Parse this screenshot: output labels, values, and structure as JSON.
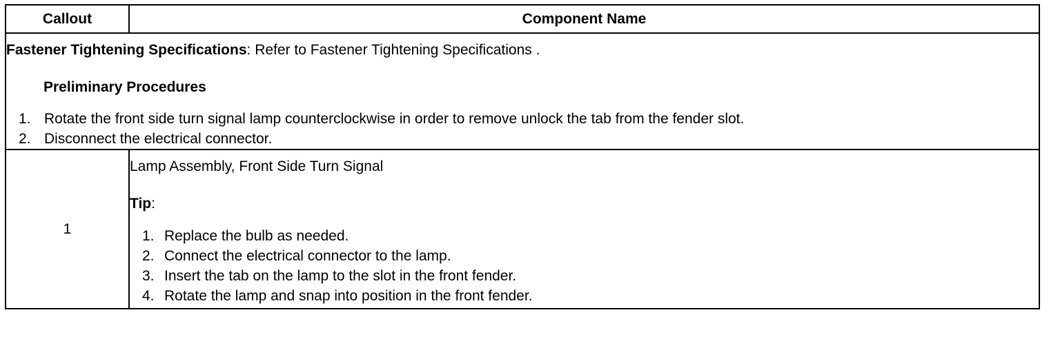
{
  "header": {
    "callout_label": "Callout",
    "component_label": "Component Name"
  },
  "spec": {
    "label": "Fastener Tightening Specifications",
    "separator": ":",
    "text": " Refer to Fastener Tightening Specifications ."
  },
  "preliminary": {
    "heading": "Preliminary Procedures",
    "steps": [
      {
        "num": "1.",
        "text": "Rotate the front side turn signal lamp counterclockwise in order to remove unlock the tab from the fender slot."
      },
      {
        "num": "2.",
        "text": "Disconnect the electrical connector."
      }
    ]
  },
  "rows": [
    {
      "callout": "1",
      "component": "Lamp Assembly, Front Side Turn Signal",
      "tip_label": "Tip",
      "tip_separator": ":",
      "tips": [
        {
          "num": "1.",
          "text": "Replace the bulb as needed."
        },
        {
          "num": "2.",
          "text": "Connect the electrical connector to the lamp."
        },
        {
          "num": "3.",
          "text": "Insert the tab on the lamp to the slot in the front fender."
        },
        {
          "num": "4.",
          "text": "Rotate the lamp and snap into position in the front fender."
        }
      ]
    }
  ]
}
